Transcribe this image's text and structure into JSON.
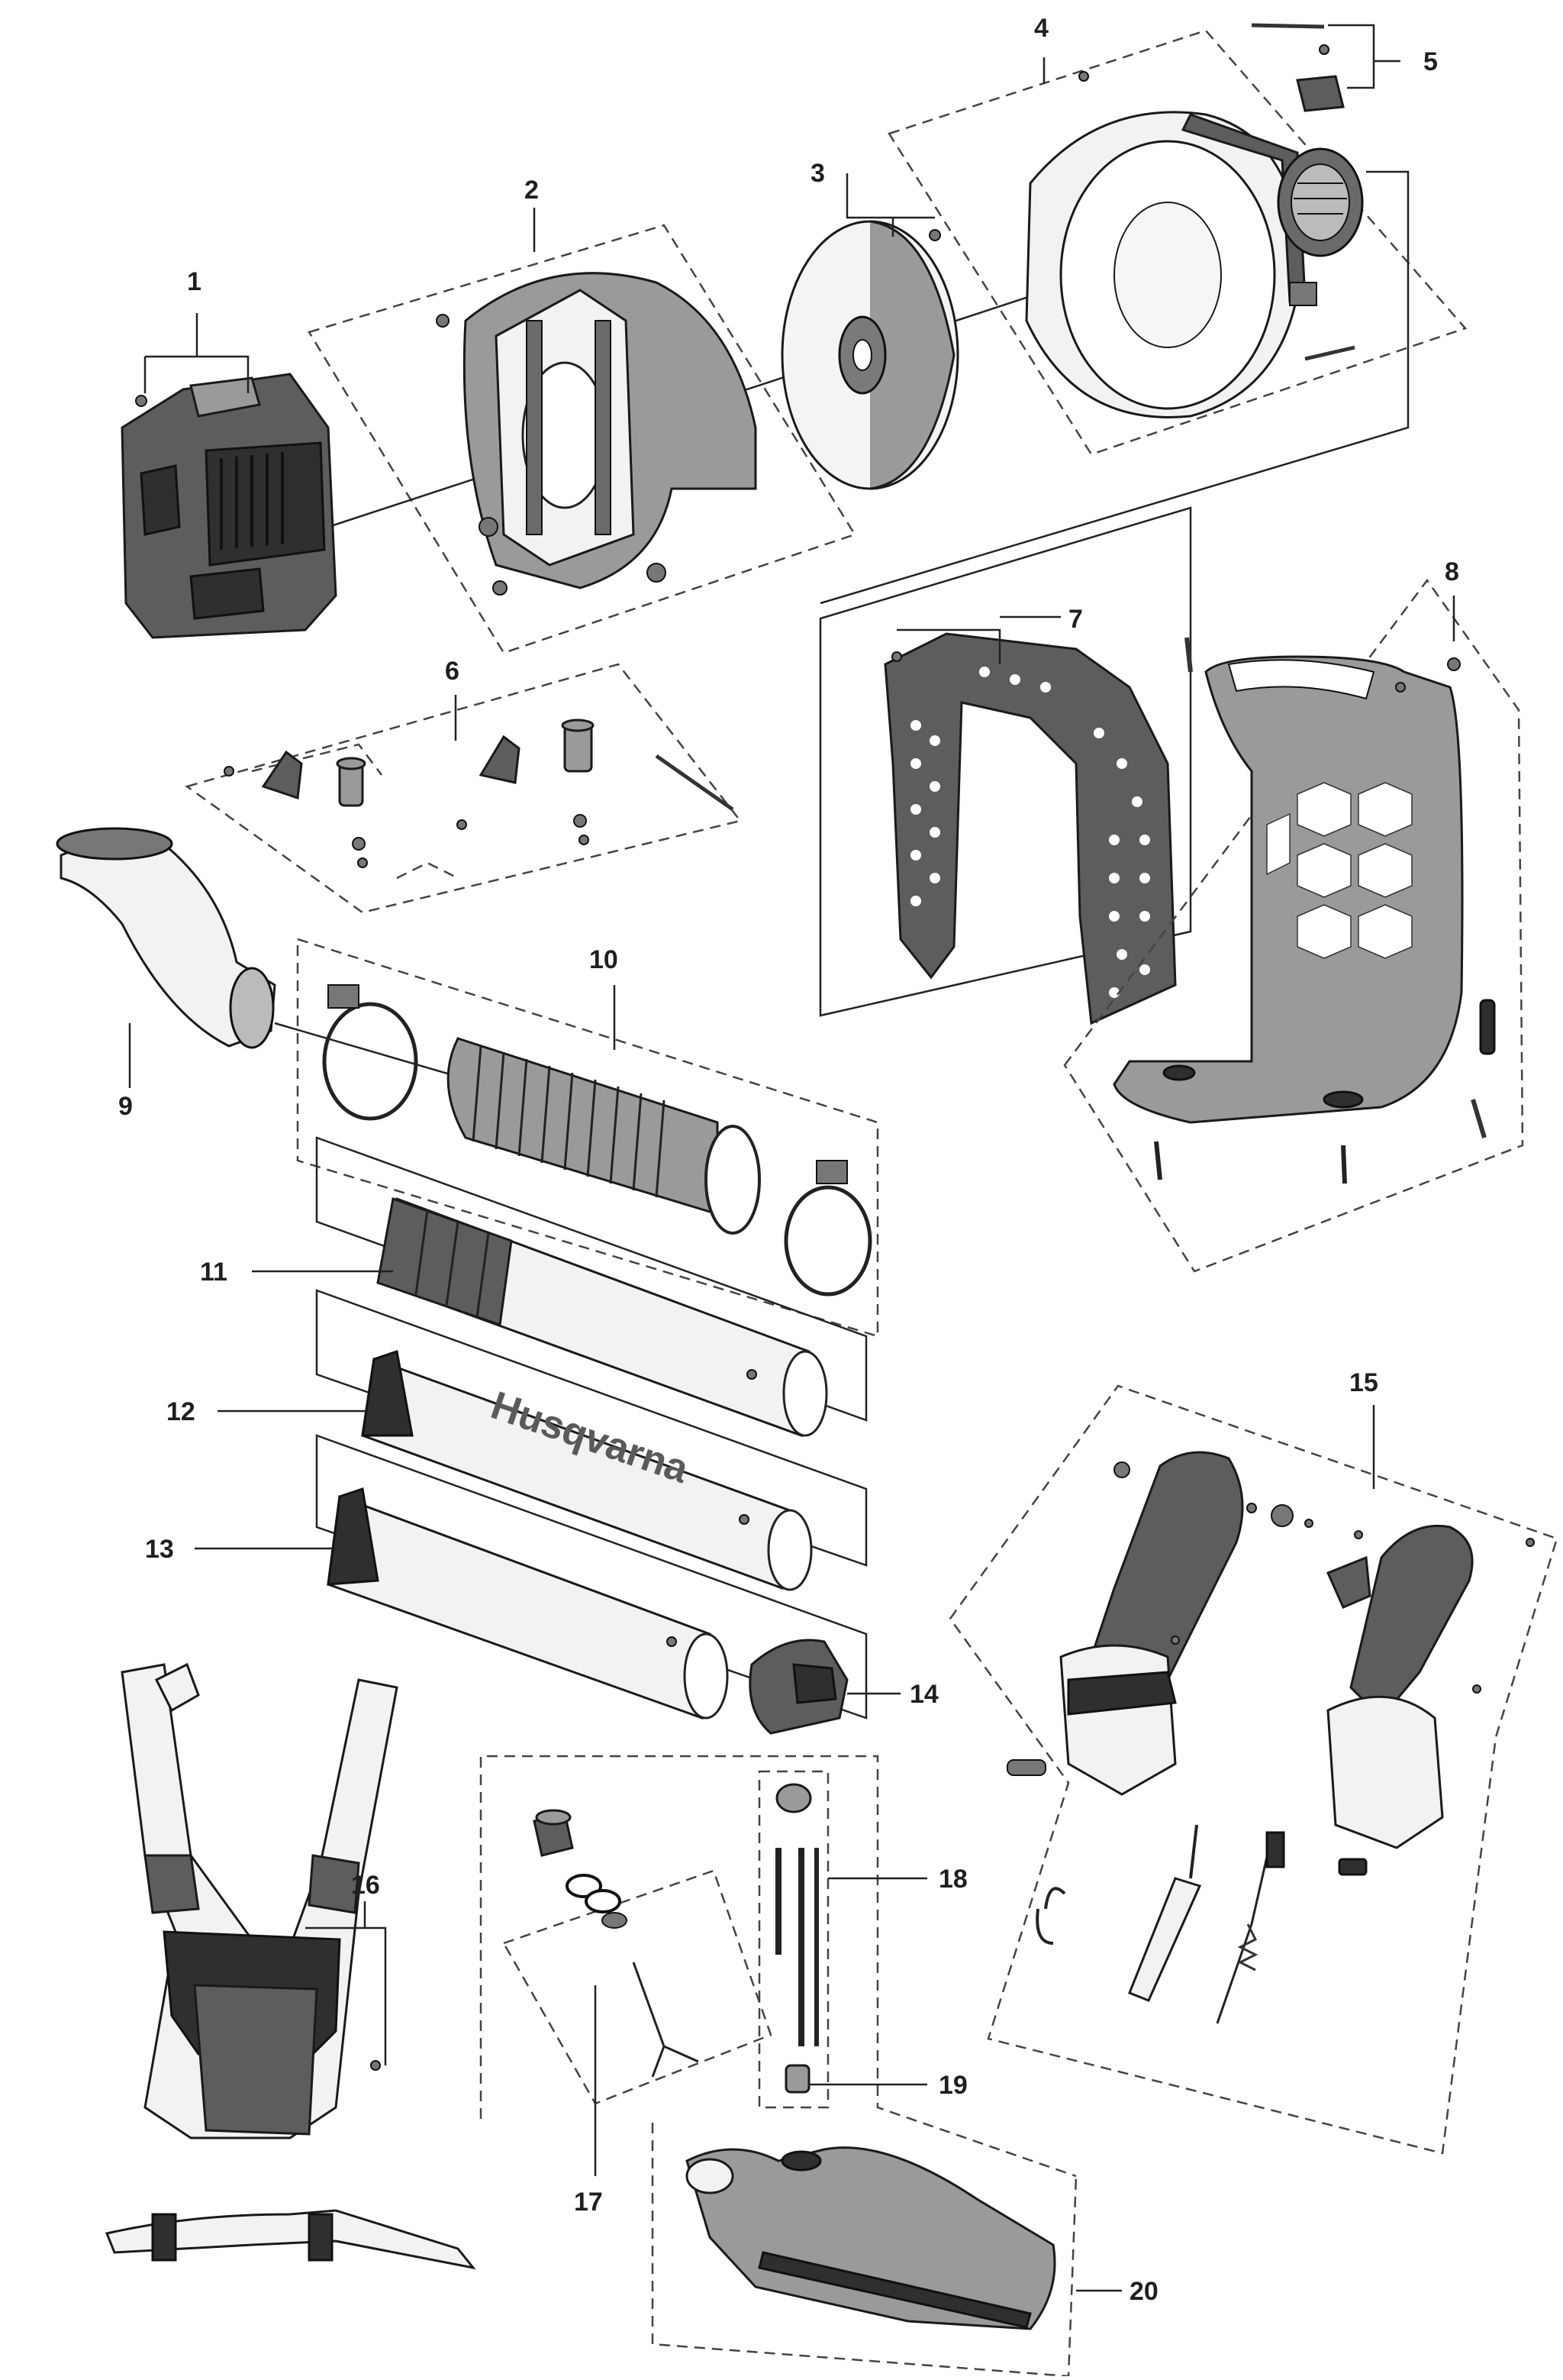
{
  "diagram": {
    "callouts": [
      {
        "id": "1",
        "label": "1"
      },
      {
        "id": "2",
        "label": "2"
      },
      {
        "id": "3",
        "label": "3"
      },
      {
        "id": "4",
        "label": "4"
      },
      {
        "id": "5",
        "label": "5"
      },
      {
        "id": "6",
        "label": "6"
      },
      {
        "id": "7",
        "label": "7"
      },
      {
        "id": "8",
        "label": "8"
      },
      {
        "id": "9",
        "label": "9"
      },
      {
        "id": "10",
        "label": "10"
      },
      {
        "id": "11",
        "label": "11"
      },
      {
        "id": "12",
        "label": "12"
      },
      {
        "id": "13",
        "label": "13"
      },
      {
        "id": "14",
        "label": "14"
      },
      {
        "id": "15",
        "label": "15"
      },
      {
        "id": "16",
        "label": "16"
      },
      {
        "id": "17",
        "label": "17"
      },
      {
        "id": "18",
        "label": "18"
      },
      {
        "id": "19",
        "label": "19"
      },
      {
        "id": "20",
        "label": "20"
      }
    ],
    "brand_text": "Husqvarna",
    "colors": {
      "ink": "#1a1a1a",
      "part_fill": "#5d5d5d",
      "part_light": "#9a9a9a",
      "background": "#ffffff"
    }
  }
}
